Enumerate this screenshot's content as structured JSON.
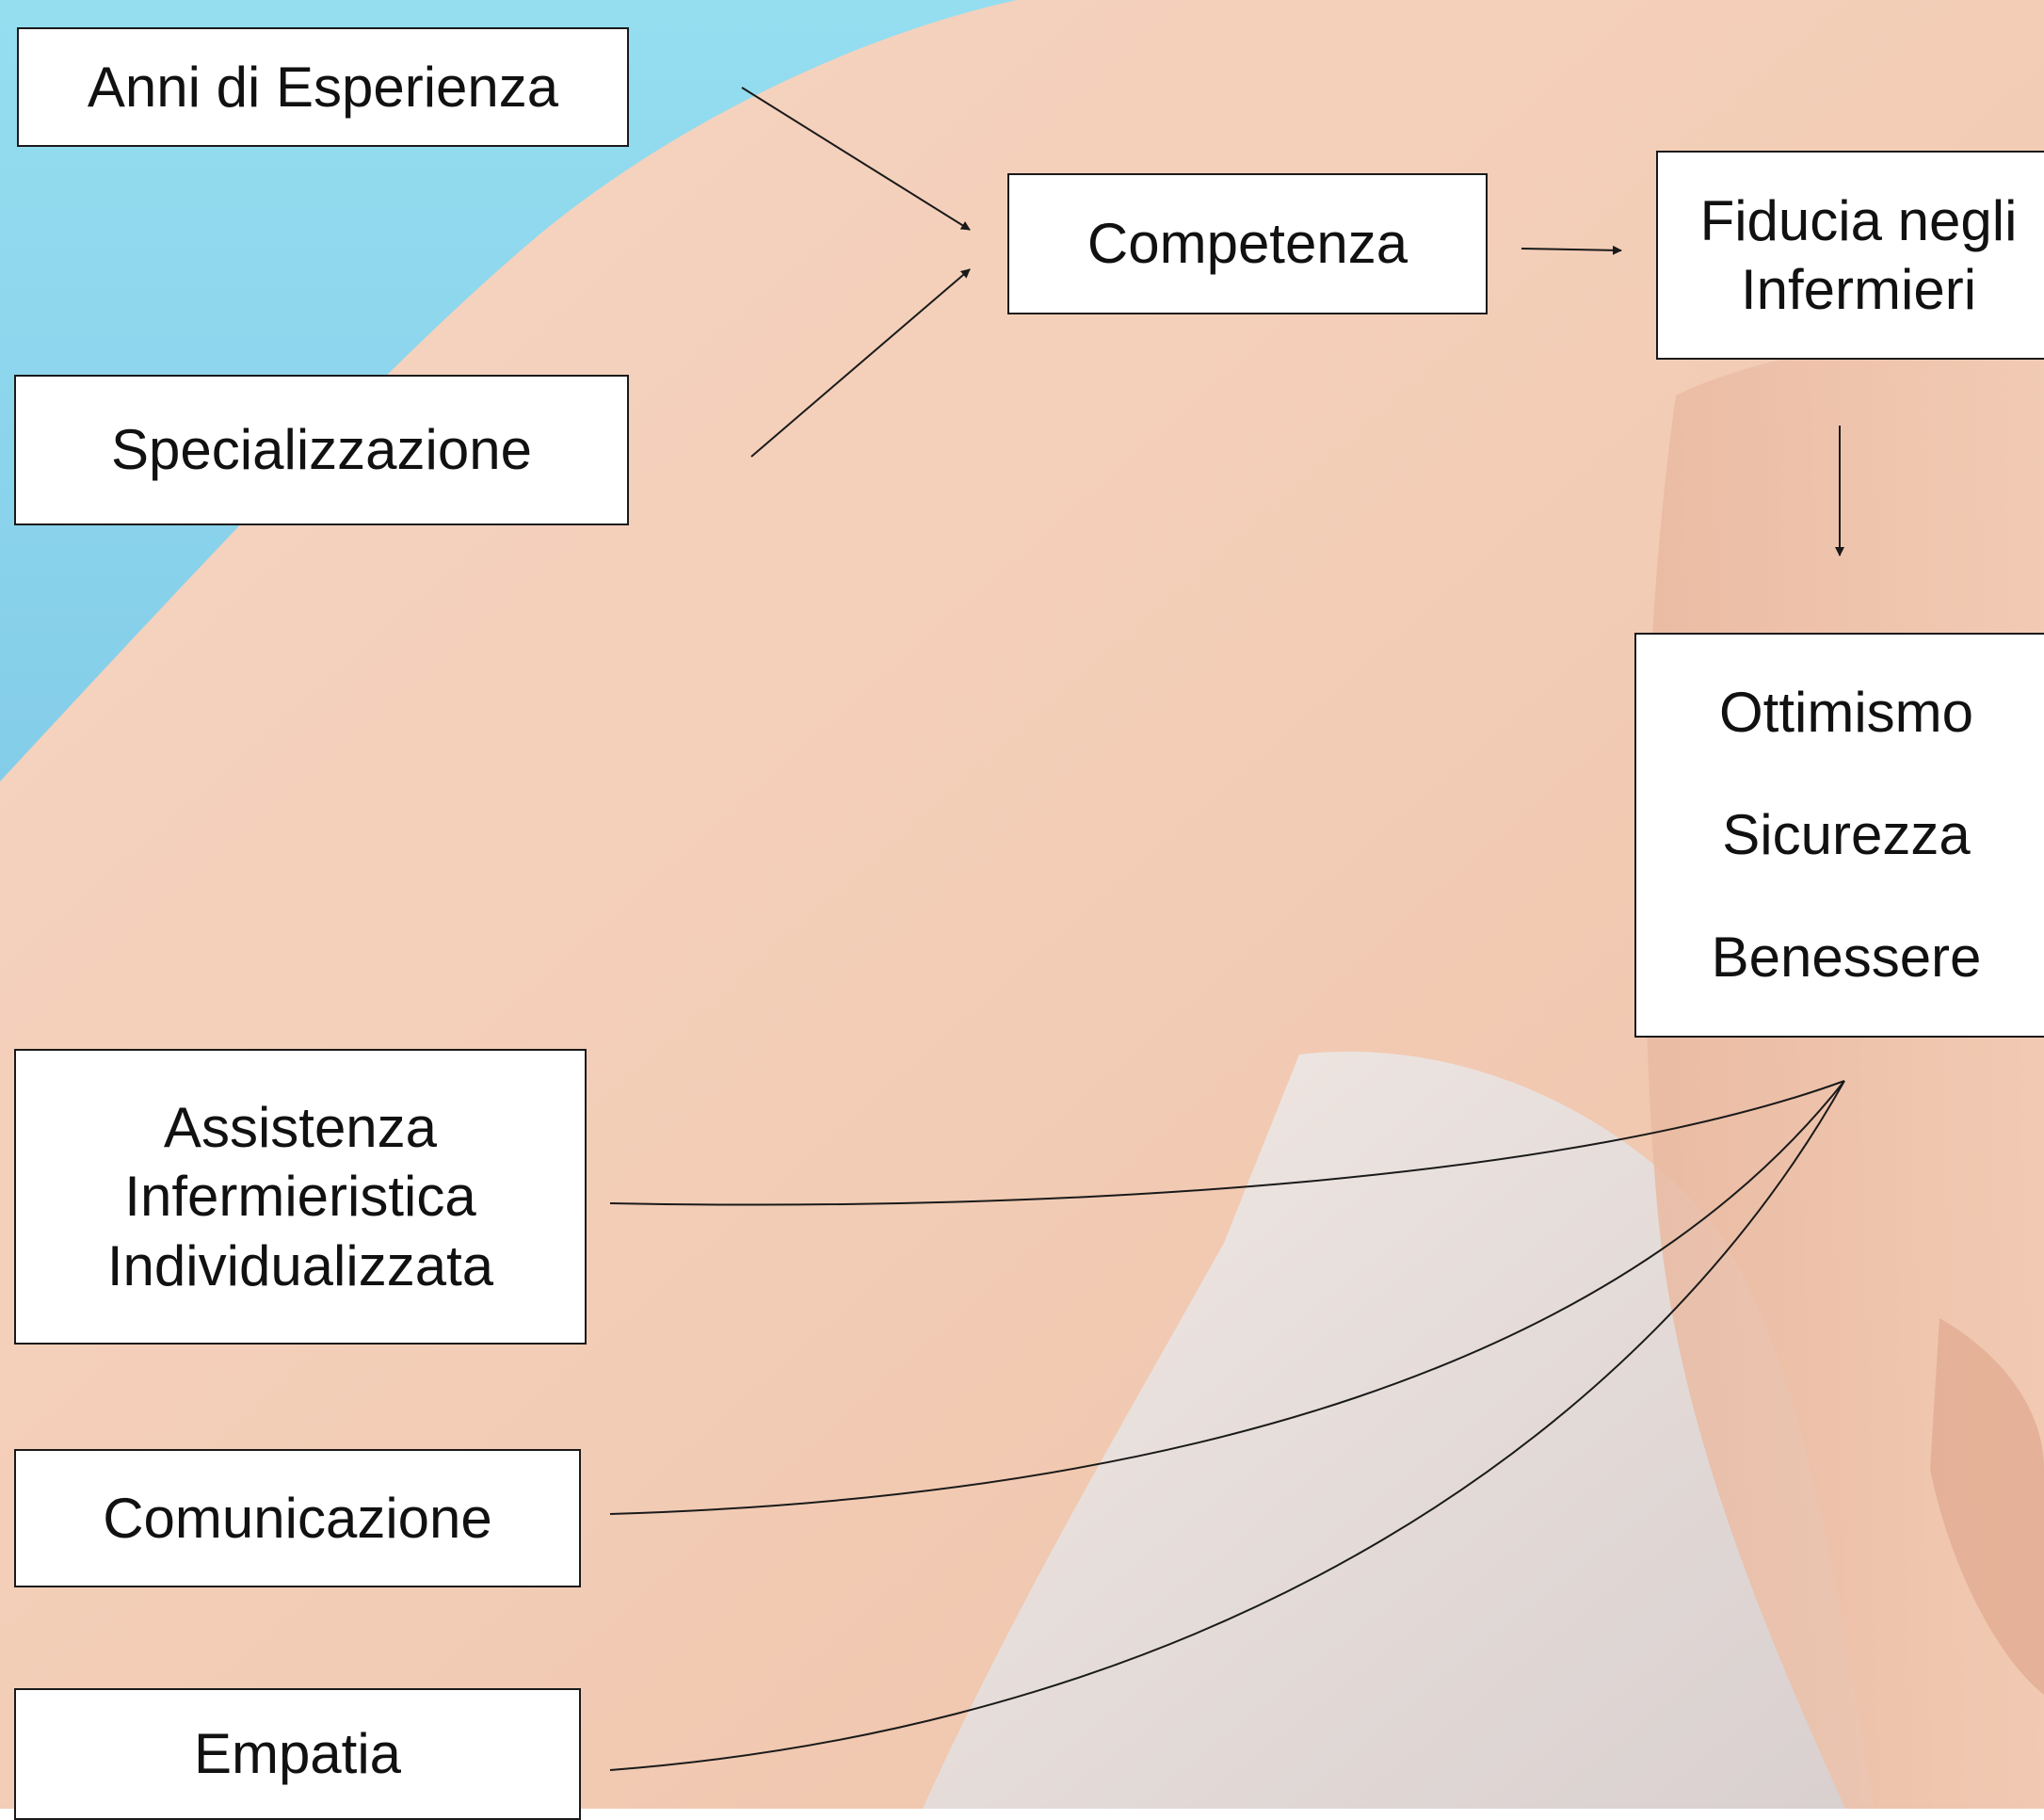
{
  "diagram": {
    "nodes": {
      "anni_esperienza": {
        "label": "Anni di Esperienza"
      },
      "specializzazione": {
        "label": "Specializzazione"
      },
      "competenza": {
        "label": "Competenza"
      },
      "fiducia": {
        "lines": [
          "Fiducia negli",
          "Infermieri"
        ]
      },
      "outcomes": {
        "lines": [
          "Ottimismo",
          "Sicurezza",
          "Benessere"
        ]
      },
      "assistenza": {
        "lines": [
          "Assistenza",
          "Infermieristica",
          "Individualizzata"
        ]
      },
      "comunicazione": {
        "label": "Comunicazione"
      },
      "empatia": {
        "label": "Empatia"
      }
    },
    "edges": [
      {
        "from": "anni_esperienza",
        "to": "competenza",
        "style": "arrow"
      },
      {
        "from": "specializzazione",
        "to": "competenza",
        "style": "arrow"
      },
      {
        "from": "competenza",
        "to": "fiducia",
        "style": "arrow"
      },
      {
        "from": "fiducia",
        "to": "outcomes",
        "style": "arrow"
      },
      {
        "from": "assistenza",
        "to": "outcomes",
        "style": "curve"
      },
      {
        "from": "comunicazione",
        "to": "outcomes",
        "style": "curve"
      },
      {
        "from": "empatia",
        "to": "outcomes",
        "style": "curve"
      }
    ]
  },
  "colors": {
    "sky": "#8fd6ec",
    "skin": "#f3cdb6",
    "skin_light": "#f7ddcc",
    "box_fill": "#ffffff",
    "box_border": "#1a1a1a",
    "text": "#111111",
    "line": "#1a1a1a"
  }
}
